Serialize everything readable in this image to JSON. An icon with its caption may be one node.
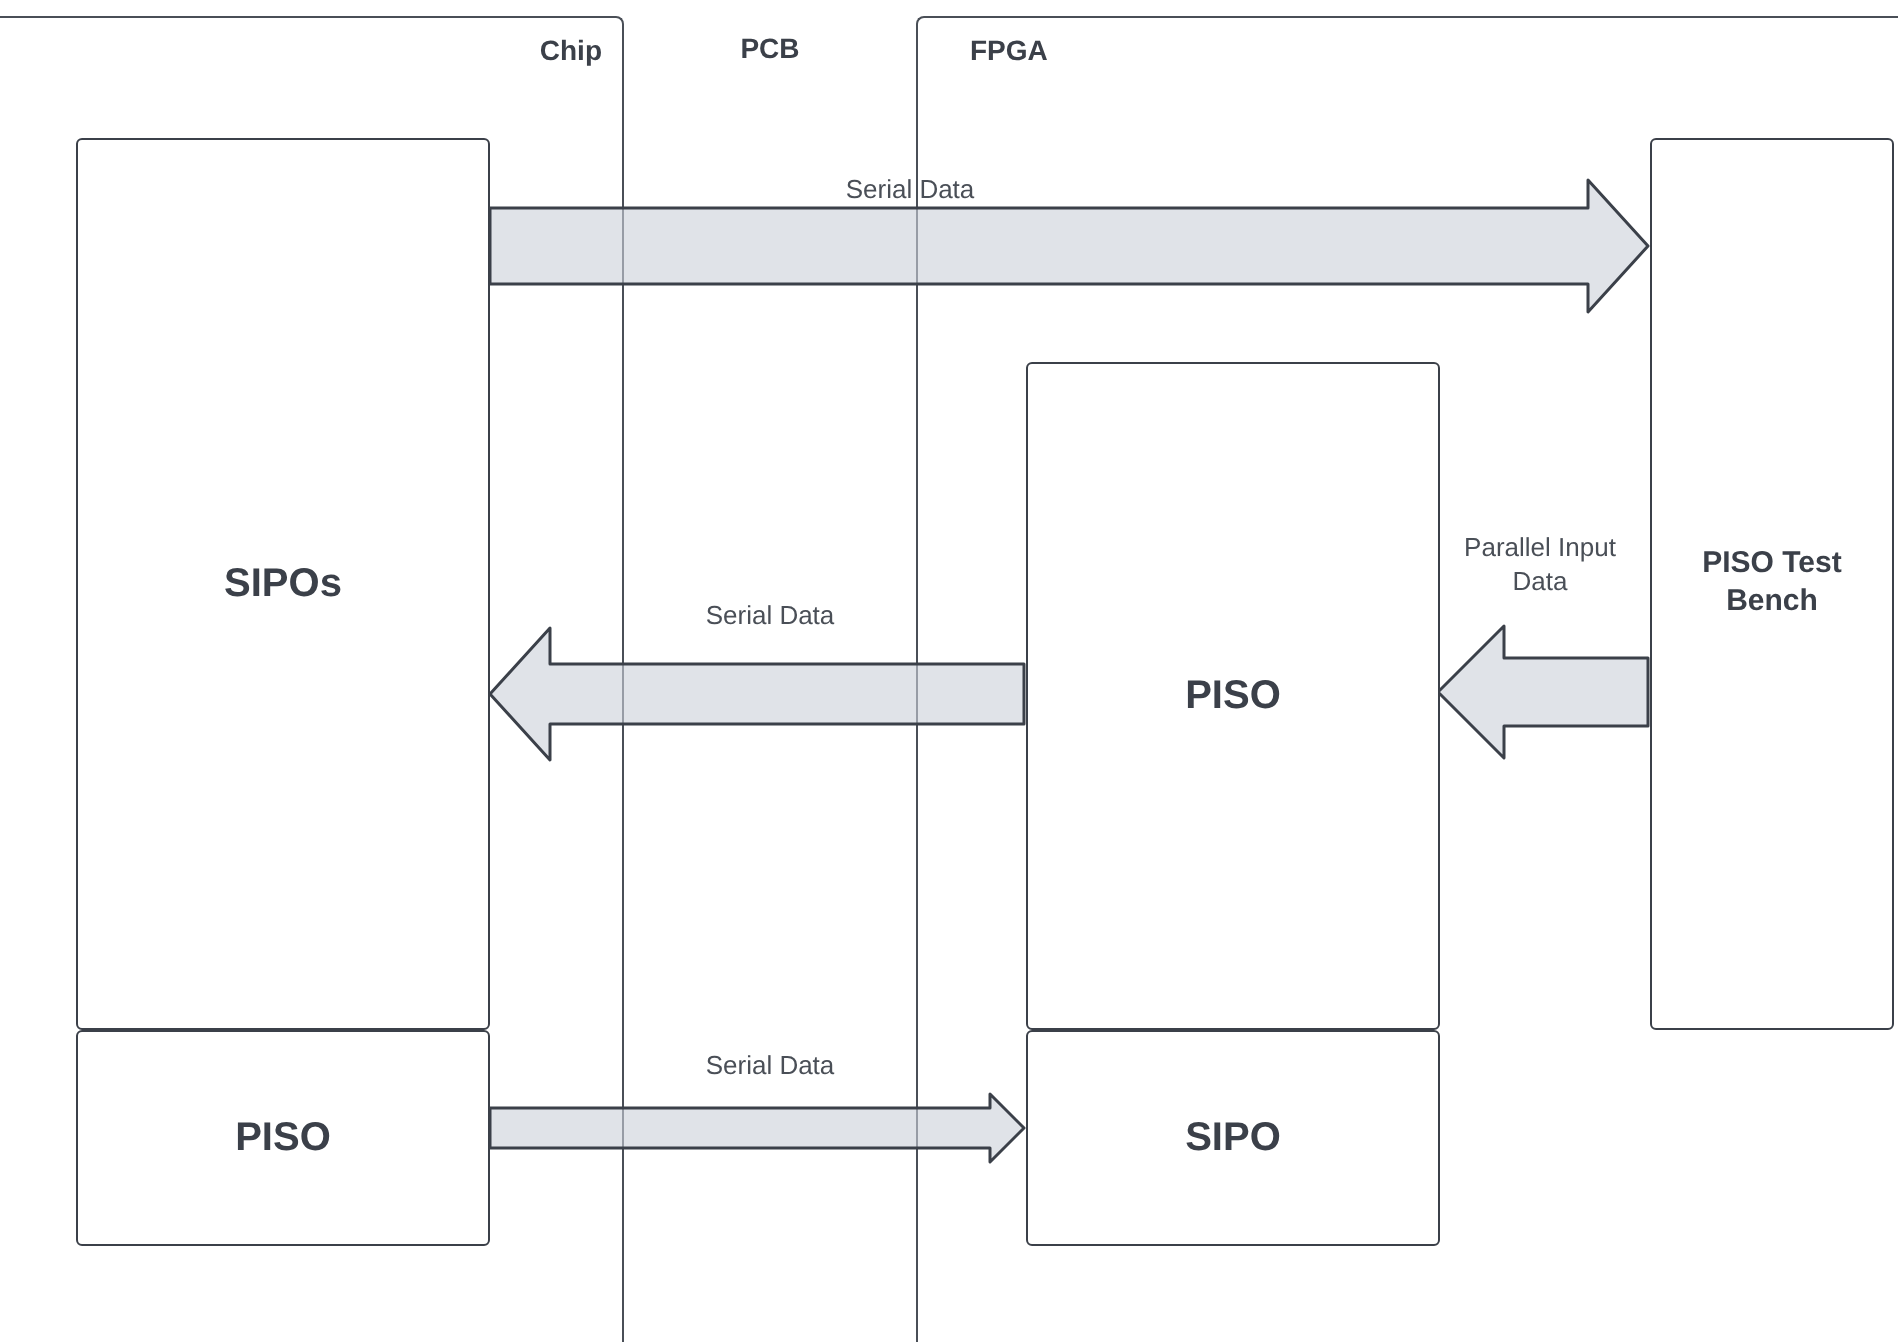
{
  "diagram": {
    "nodes": [
      {
        "text": [
          "Chip"
        ]
      },
      {
        "text": [
          "PCB"
        ]
      },
      {
        "text": [
          "FPGA"
        ]
      },
      {
        "text": [
          "SIPOs"
        ],
        "in": 0
      },
      {
        "text": [
          "PISO"
        ],
        "in": 0
      },
      {
        "text": [
          "PISO"
        ],
        "in": 2
      },
      {
        "text": [
          "SIPO"
        ],
        "in": 2
      },
      {
        "text": [
          "PISO Test Bench"
        ],
        "in": 2
      }
    ],
    "edges": [
      {
        "from": 3,
        "to": 7,
        "arrow": "to",
        "label": "Serial Data"
      },
      {
        "from": 5,
        "to": 3,
        "arrow": "to",
        "label": "Serial Data"
      },
      {
        "from": 7,
        "to": 5,
        "arrow": "to",
        "label": "Parallel Input Data"
      },
      {
        "from": 4,
        "to": 6,
        "arrow": "to",
        "label": "Serial Data"
      }
    ]
  }
}
